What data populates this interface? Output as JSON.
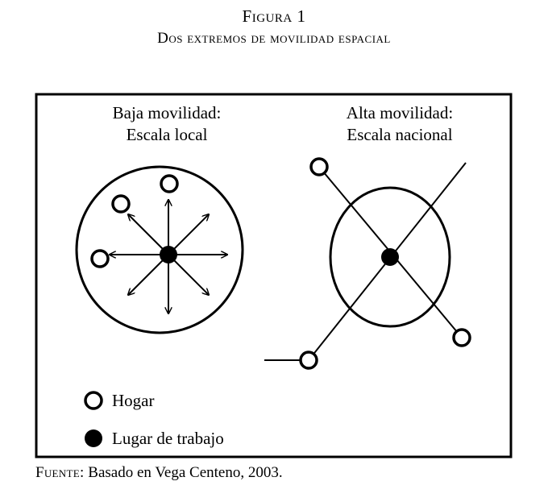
{
  "figure": {
    "number": "Figura 1",
    "title": "Dos extremos de movilidad espacial"
  },
  "panels": {
    "low": {
      "line1": "Baja movilidad:",
      "line2": "Escala local"
    },
    "high": {
      "line1": "Alta movilidad:",
      "line2": "Escala nacional"
    }
  },
  "legend": {
    "home": "Hogar",
    "work": "Lugar de trabajo"
  },
  "source": {
    "label": "Fuente:",
    "text": "Basado en Vega Centeno, 2003."
  }
}
